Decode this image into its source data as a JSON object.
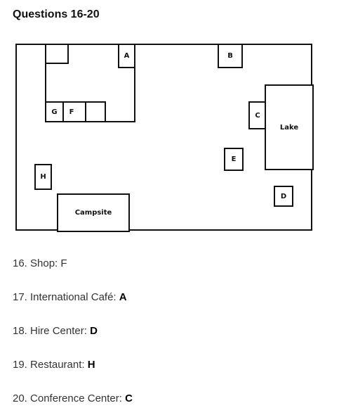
{
  "heading": "Questions 16-20",
  "map": {
    "labels": {
      "a": "A",
      "b": "B",
      "c": "C",
      "d": "D",
      "e": "E",
      "f": "F",
      "g": "G",
      "h": "H",
      "lake": "Lake",
      "campsite": "Campsite"
    }
  },
  "answers": [
    {
      "prefix": "16. Shop:",
      "letter": "F",
      "letter_bold": false
    },
    {
      "prefix": "17. International Café:",
      "letter": "A",
      "letter_bold": true
    },
    {
      "prefix": "18. Hire Center:",
      "letter": "D",
      "letter_bold": true
    },
    {
      "prefix": "19. Restaurant:",
      "letter": "H",
      "letter_bold": true
    },
    {
      "prefix": "20. Conference Center:",
      "letter": "C",
      "letter_bold": true
    }
  ]
}
